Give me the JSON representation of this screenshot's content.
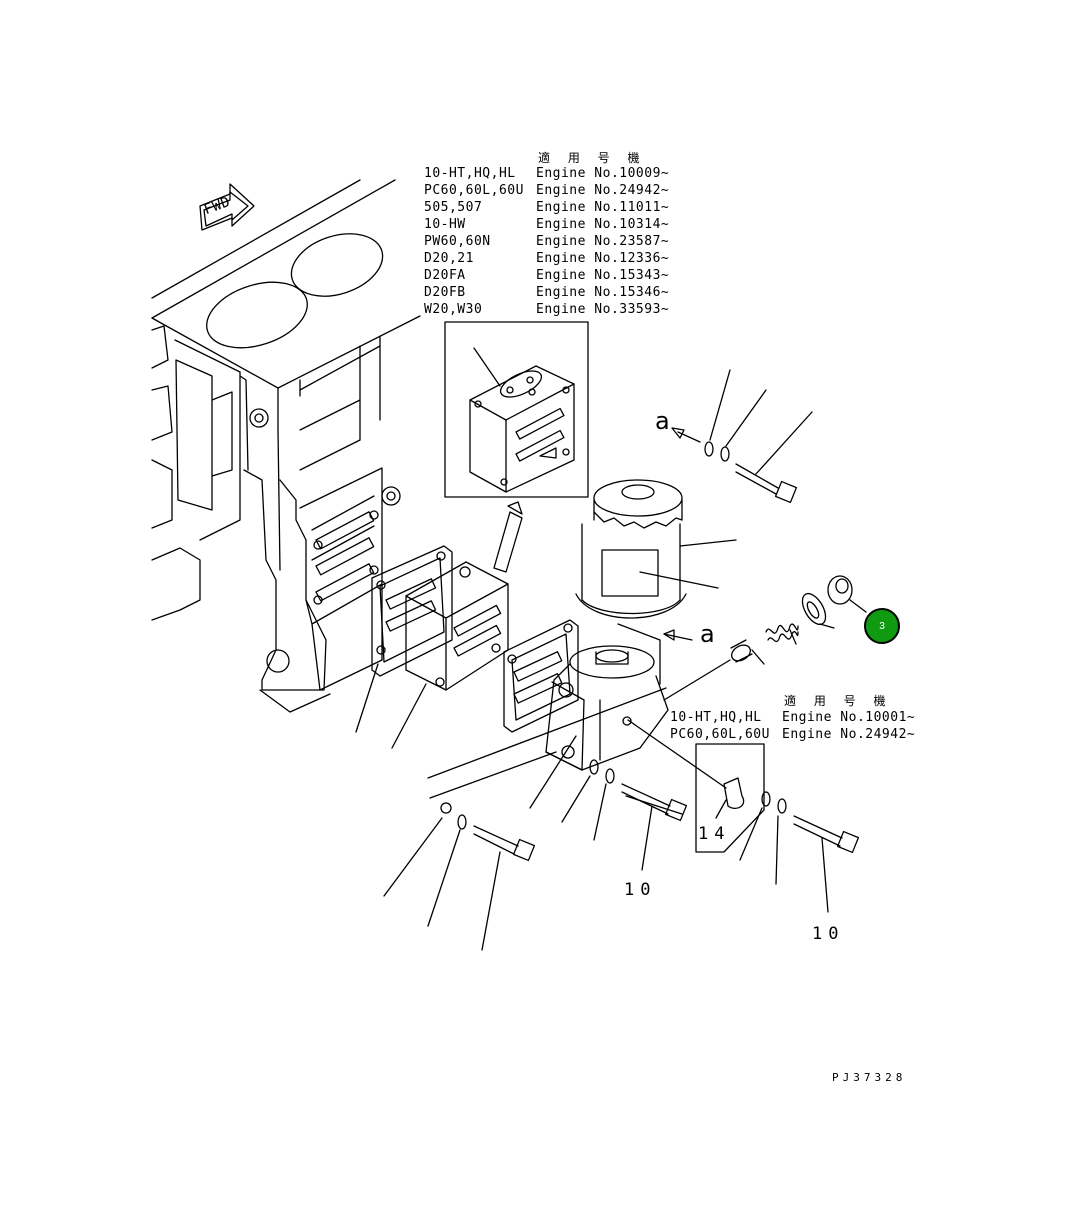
{
  "fwd_label": "FWD",
  "table1": {
    "heading": "適 用 号 機",
    "rows": [
      {
        "model": "10-HT,HQ,HL",
        "engine": "Engine No.10009~"
      },
      {
        "model": "PC60,60L,60U",
        "engine": "Engine No.24942~"
      },
      {
        "model": "505,507",
        "engine": "Engine No.11011~"
      },
      {
        "model": "10-HW",
        "engine": "Engine No.10314~"
      },
      {
        "model": "PW60,60N",
        "engine": "Engine No.23587~"
      },
      {
        "model": "D20,21",
        "engine": "Engine No.12336~"
      },
      {
        "model": "D20FA",
        "engine": "Engine No.15343~"
      },
      {
        "model": "D20FB",
        "engine": "Engine No.15346~"
      },
      {
        "model": "W20,W30",
        "engine": "Engine No.33593~"
      }
    ]
  },
  "table2": {
    "heading": "適 用 号 機",
    "rows": [
      {
        "model": "10-HT,HQ,HL",
        "engine": "Engine No.10001~"
      },
      {
        "model": "PC60,60L,60U",
        "engine": "Engine No.24942~"
      }
    ]
  },
  "view_a_labels": [
    "a",
    "a"
  ],
  "part_refs": {
    "ref_14": "14",
    "ref_10_left": "10",
    "ref_10_right": "10"
  },
  "callout": {
    "label": "3",
    "color": "#0f9a12"
  },
  "drawing_code": "PJ37328"
}
